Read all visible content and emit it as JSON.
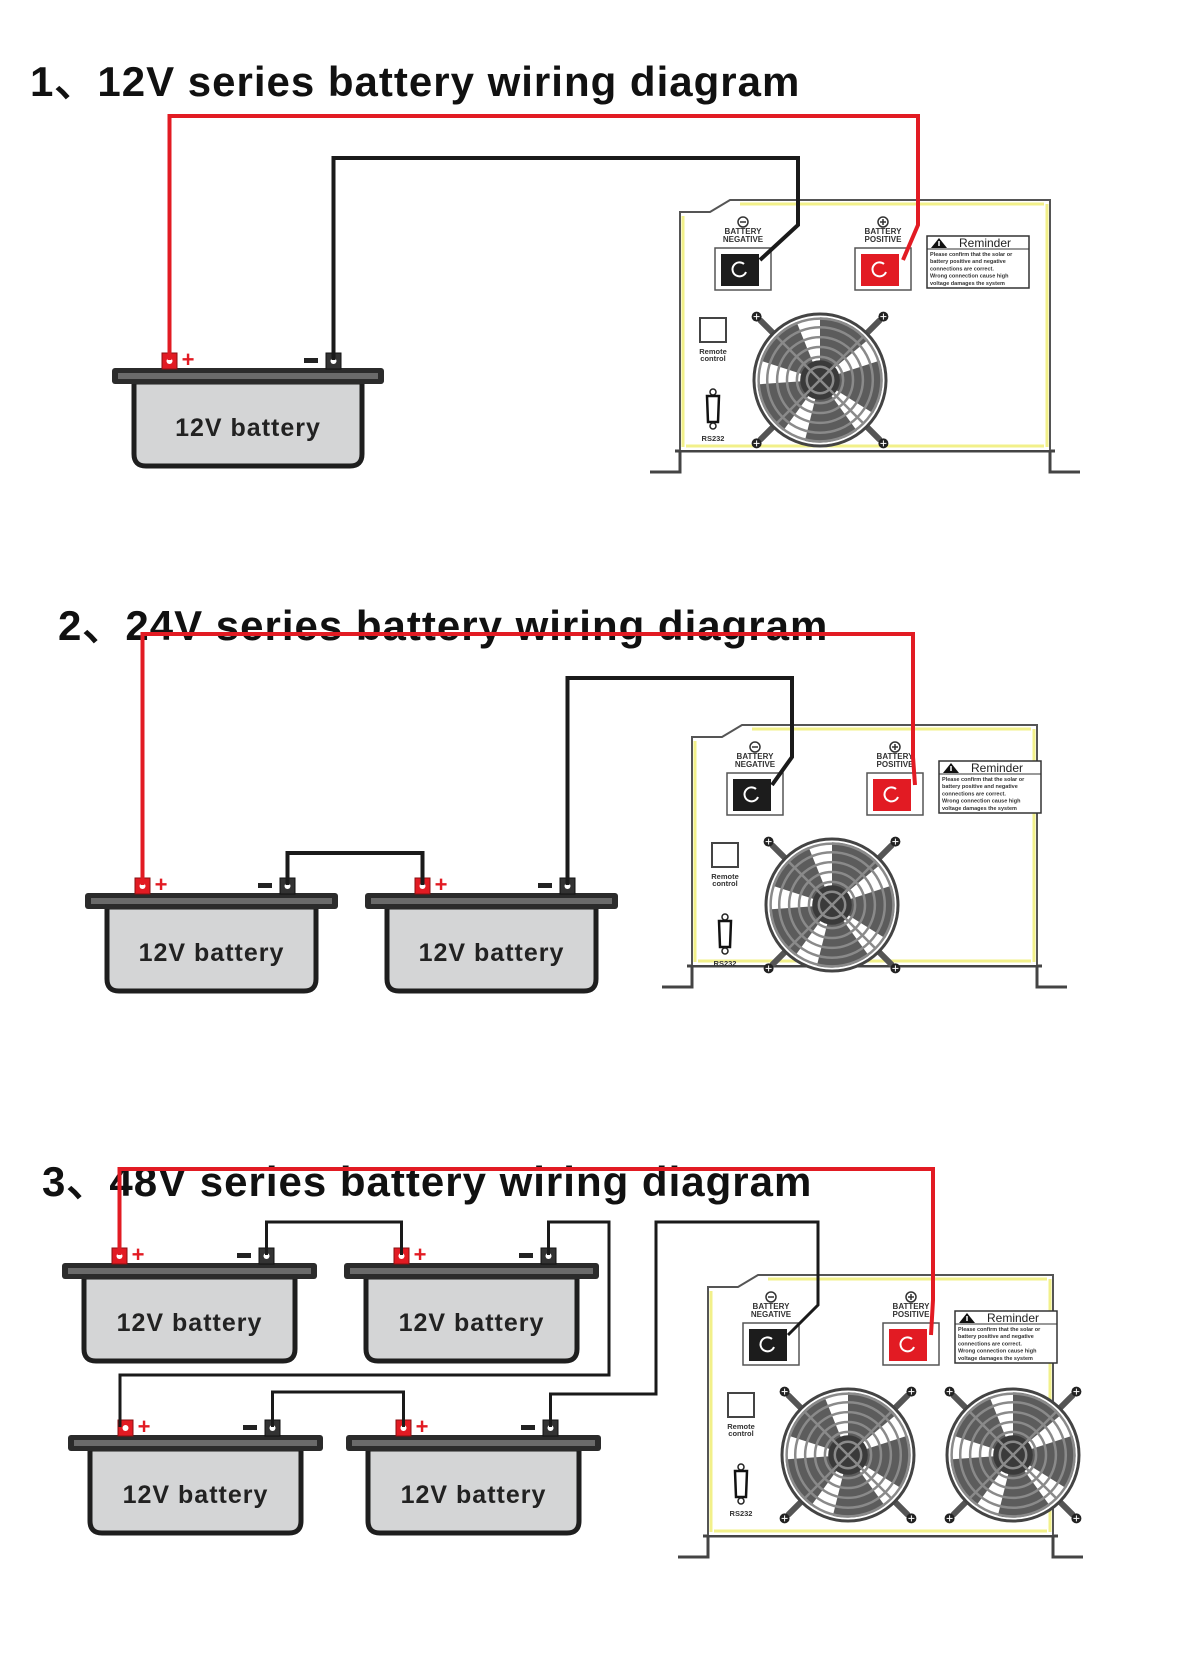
{
  "sections": [
    {
      "title": "1、12V series battery wiring diagram",
      "batteries": [
        "12V battery"
      ],
      "fans": 1
    },
    {
      "title": "2、24V series battery wiring diagram",
      "batteries": [
        "12V battery",
        "12V battery"
      ],
      "fans": 1
    },
    {
      "title": "3、48V series battery wiring diagram",
      "batteries": [
        "12V battery",
        "12V battery",
        "12V battery",
        "12V battery"
      ],
      "fans": 2
    }
  ],
  "inverter": {
    "negative_label_1": "BATTERY",
    "negative_label_2": "NEGATIVE",
    "positive_label_1": "BATTERY",
    "positive_label_2": "POSITIVE",
    "reminder_title": "Reminder",
    "reminder_lines": [
      "Please confirm that the solar or",
      "battery positive and negative",
      "connections are correct.",
      "Wrong connection cause high",
      "voltage damages the system"
    ],
    "remote_label_1": "Remote",
    "remote_label_2": "control",
    "rs232_label": "RS232"
  },
  "terminal_symbols": {
    "positive": "+",
    "negative": "−"
  },
  "colors": {
    "positive_wire": "#e21b23",
    "negative_wire": "#1a1a1a",
    "battery_body": "#d4d5d6",
    "battery_lid": "#2b2b2b",
    "fan": "#5c5c5c",
    "inverter_edge": "#f2f08a"
  }
}
